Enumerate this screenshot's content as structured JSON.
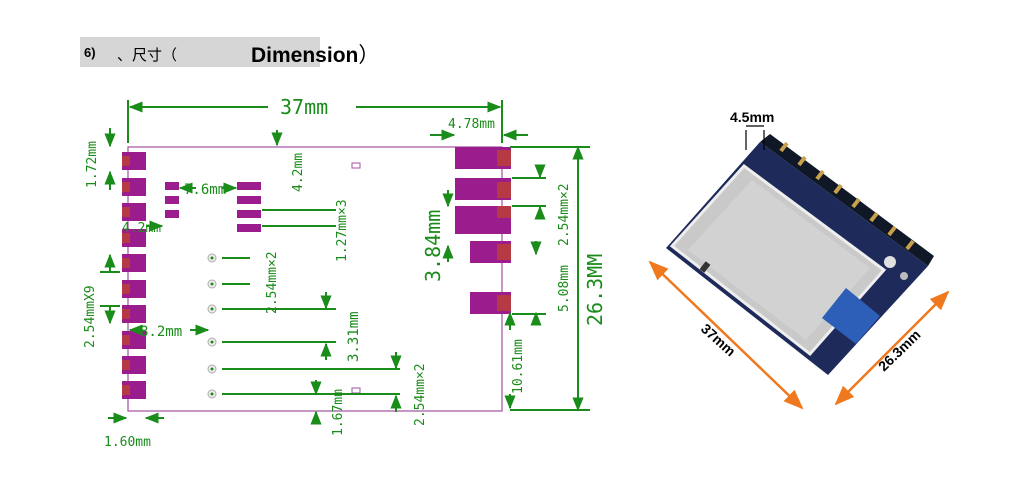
{
  "heading": {
    "number": "6)",
    "chinese": "、尺寸（",
    "english": "Dimension",
    "close_paren": "）"
  },
  "drawing": {
    "width_label": "37mm",
    "top_right_offset": "4.78mm",
    "top_left_offset": "1.72mm",
    "small_pad_spacing": "7.6mm",
    "inner_top_offset": "4.2mm",
    "pitch_x3": "1.27mm×3",
    "left_inner_offset": "4.2mm",
    "pitch_x2_middle": "2.54mm×2",
    "left_pitch_x9": "2.54mmX9",
    "left_pad_offset": "8.2mm",
    "via_offset": "3.31mm",
    "bottom_pitch_x2": "2.54mm×2",
    "bottom_offset": "1.67mm",
    "bottom_left_offset": "1.60mm",
    "right_pitch_x2": "2.54mm×2",
    "right_height": "3.84mm",
    "right_offset": "5.08mm",
    "right_bottom_offset": "10.61mm",
    "total_height": "26.3MM",
    "colors": {
      "dimension": "#1a8c1a",
      "pad": "#9b1c8c",
      "pad_highlight": "#b53a44",
      "outline": "#a050a0",
      "photo_arrow": "#f0781e"
    }
  },
  "photo": {
    "thickness_label": "4.5mm",
    "length_label": "37mm",
    "width_label": "26.3mm"
  }
}
